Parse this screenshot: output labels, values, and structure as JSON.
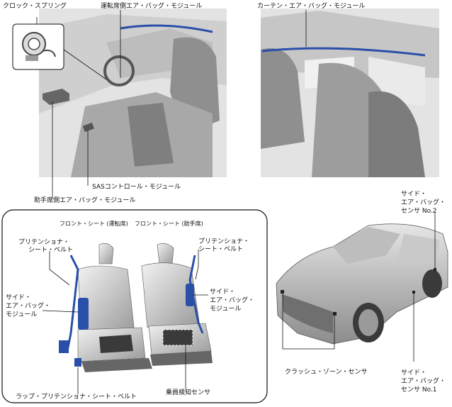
{
  "interior_view": {
    "clock_spring": "クロック・スプリング",
    "driver_airbag": "運転席側エア・バッグ・モジュール",
    "sas_control": "SASコントロール・モジュール",
    "passenger_airbag": "助手席側エア・バッグ・モジュール"
  },
  "rear_view": {
    "curtain_airbag": "カーテン・エア・バッグ・モジュール"
  },
  "seats_panel": {
    "front_seat_driver": "フロント・シート (運転席)",
    "front_seat_passenger": "フロント・シート (助手席)",
    "pretensioner_left": [
      "プリテンショナ・",
      "シート・ベルト"
    ],
    "pretensioner_right": [
      "プリテンショナ・",
      "シート・ベルト"
    ],
    "side_airbag_left": [
      "サイド・",
      "エア・バッグ・",
      "モジュール"
    ],
    "side_airbag_right": [
      "サイド・",
      "エア・バッグ・",
      "モジュール"
    ],
    "lap_pretensioner": "ラップ・プリテンショナ・シート・ベルト",
    "occupant_sensor": "乗員検知センサ"
  },
  "car_view": {
    "side_sensor_no2": [
      "サイド・",
      "エア・バッグ・",
      "センサ No.2"
    ],
    "side_sensor_no1": [
      "サイド・",
      "エア・バッグ・",
      "センサ No.1"
    ],
    "crash_zone_sensor": "クラッシュ・ゾーン・センサ"
  },
  "colors": {
    "airbag_blue": "#2a4fa8",
    "panel_gray": "#d9d9d9",
    "line": "#111111"
  }
}
